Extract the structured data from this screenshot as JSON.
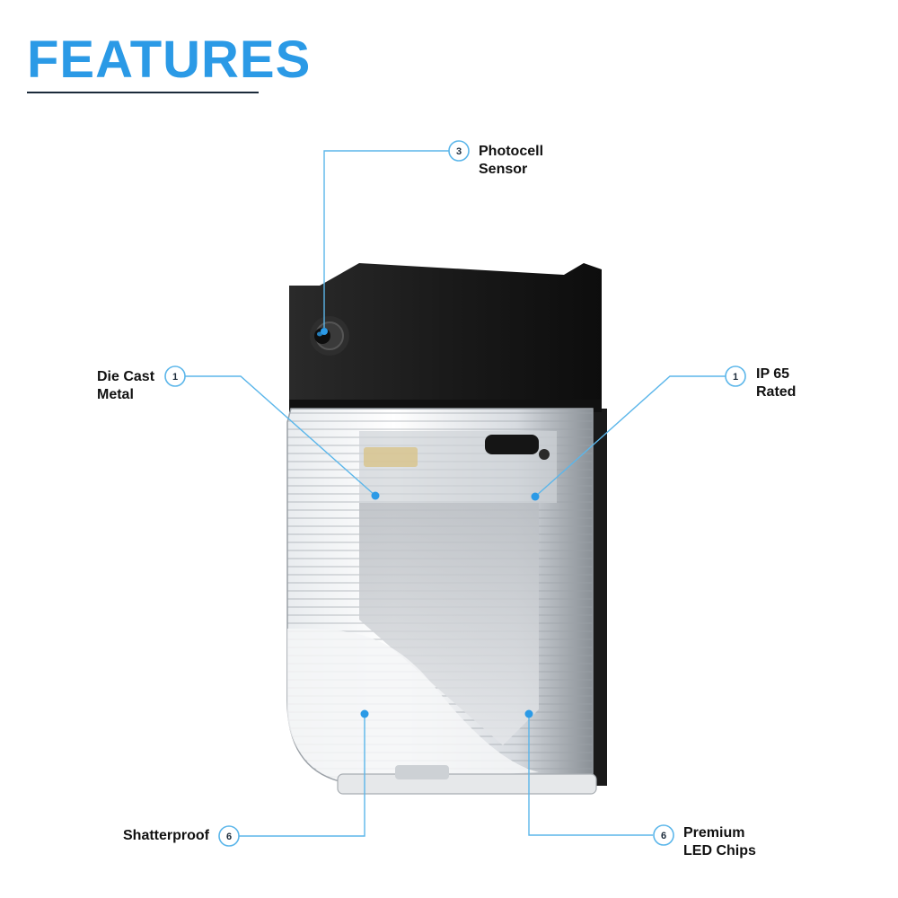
{
  "heading": "FEATURES",
  "colors": {
    "accent": "#2b9ae6",
    "callout_line": "#5bb6ea",
    "housing": "#1c1c1c",
    "text": "#111111"
  },
  "callouts": {
    "photocell": {
      "number": "3",
      "line1": "Photocell",
      "line2": "Sensor"
    },
    "die_cast": {
      "number": "1",
      "line1": "Die Cast",
      "line2": "Metal"
    },
    "ip65": {
      "number": "1",
      "line1": "IP 65",
      "line2": "Rated"
    },
    "shatterproof": {
      "number": "6",
      "line1": "Shatterproof"
    },
    "led_chips": {
      "number": "6",
      "line1": "Premium",
      "line2": "LED Chips"
    }
  }
}
